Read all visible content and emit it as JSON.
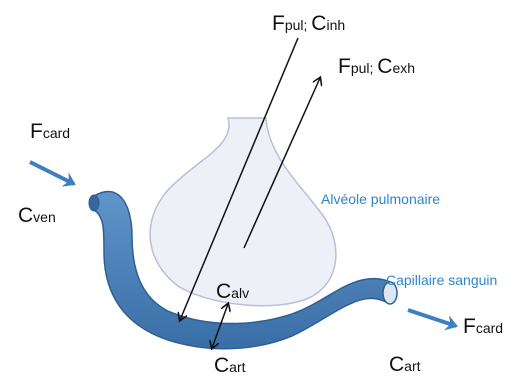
{
  "labels": {
    "f_pul_inh": {
      "main": "F",
      "sub": "pul; ",
      "main2": "C",
      "sub2": "inh"
    },
    "f_pul_exh": {
      "main": "F",
      "sub": "pul; ",
      "main2": "C",
      "sub2": "exh"
    },
    "f_card_in": {
      "main": "F",
      "sub": "card"
    },
    "c_ven": {
      "main": "C",
      "sub": "ven"
    },
    "c_alv": {
      "main": "C",
      "sub": "alv"
    },
    "c_art_bottom": {
      "main": "C",
      "sub": "art"
    },
    "f_card_out": {
      "main": "F",
      "sub": "card"
    },
    "c_art_right": {
      "main": "C",
      "sub": "art"
    }
  },
  "structures": {
    "alveole": "Alvéole pulmonaire",
    "capillaire": "Capillaire sanguin"
  },
  "colors": {
    "alveole_fill": "#eef0f8",
    "alveole_stroke": "#b9bfd8",
    "capillary_fill": "#4a7fb5",
    "capillary_stroke": "#2f5f94",
    "blue_arrow": "#3d7fc0",
    "label_blue": "#2e86c9",
    "line": "#111111"
  }
}
